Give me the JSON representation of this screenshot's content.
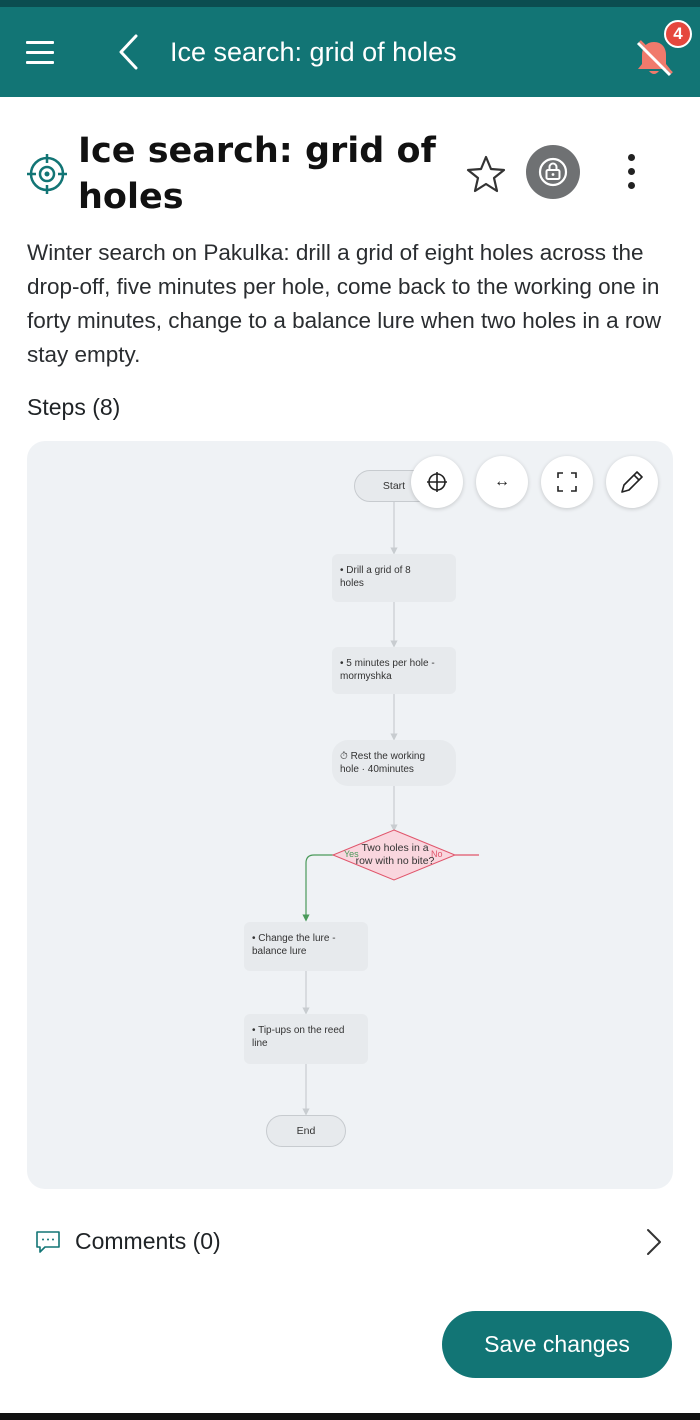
{
  "app_bar": {
    "title": "Ice search: grid of holes",
    "notification_count": "4",
    "background": "#127575"
  },
  "header": {
    "title": "Ice search: grid of holes",
    "icons": [
      "target-icon",
      "star-icon",
      "lock-icon",
      "more-vert-icon"
    ]
  },
  "description": "Winter search on Pakulka: drill a grid of eight holes across the drop-off, five minutes per hole, come back to the working one in forty minutes, change to a balance lure when two holes in a row stay empty.",
  "steps_label": "Steps (8)",
  "flow": {
    "start": "Start",
    "step1_l1": "• Drill a grid of 8",
    "step1_l2": "holes",
    "step2_l1": "• 5 minutes per hole -",
    "step2_l2": "mormyshka",
    "step3_l1": "⏱ Rest the working",
    "step3_l2": "hole · 40minutes",
    "decision_l1": "Two holes in a",
    "decision_l2": "row with no bite?",
    "yes": "Yes",
    "no": "No",
    "step4_l1": "• Change the lure -",
    "step4_l2": "balance lure",
    "step5_l1": "• Tip-ups on the reed",
    "step5_l2": "line",
    "end": "End",
    "tools": [
      "center-icon",
      "fit-width-icon",
      "fullscreen-icon",
      "edit-icon"
    ],
    "tool_arrow_glyph": "↔"
  },
  "comments_label": "Comments (0)",
  "save_label": "Save changes",
  "colors": {
    "accent": "#127575",
    "yes_edge": "#4a9a5a",
    "no_edge": "#e0556b",
    "decision_fill": "#f9d6de"
  }
}
